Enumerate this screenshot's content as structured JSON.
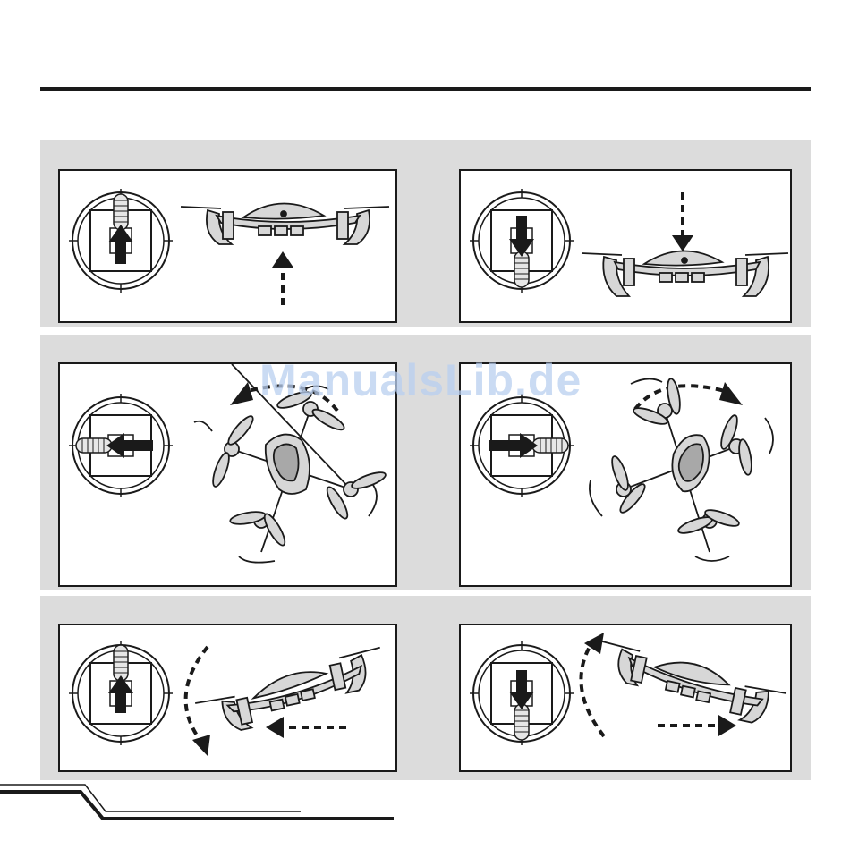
{
  "watermark": "ManualsLib.de",
  "colors": {
    "ink": "#1a1a1a",
    "band": "#dcdcdc",
    "drone_fill": "#d7d7d7",
    "watermark": "#b9cff0"
  },
  "panels": [
    {
      "id": "throttle-up",
      "stick": "up",
      "drone_view": "side",
      "motion": "climb"
    },
    {
      "id": "throttle-down",
      "stick": "down",
      "drone_view": "side",
      "motion": "descend"
    },
    {
      "id": "yaw-left",
      "stick": "left",
      "drone_view": "top",
      "motion": "rotate-left"
    },
    {
      "id": "yaw-right",
      "stick": "right",
      "drone_view": "top",
      "motion": "rotate-right"
    },
    {
      "id": "pitch-forward",
      "stick": "up",
      "drone_view": "side-tilted-forward",
      "motion": "fly-forward"
    },
    {
      "id": "pitch-backward",
      "stick": "down",
      "drone_view": "side-tilted-backward",
      "motion": "fly-backward"
    }
  ]
}
